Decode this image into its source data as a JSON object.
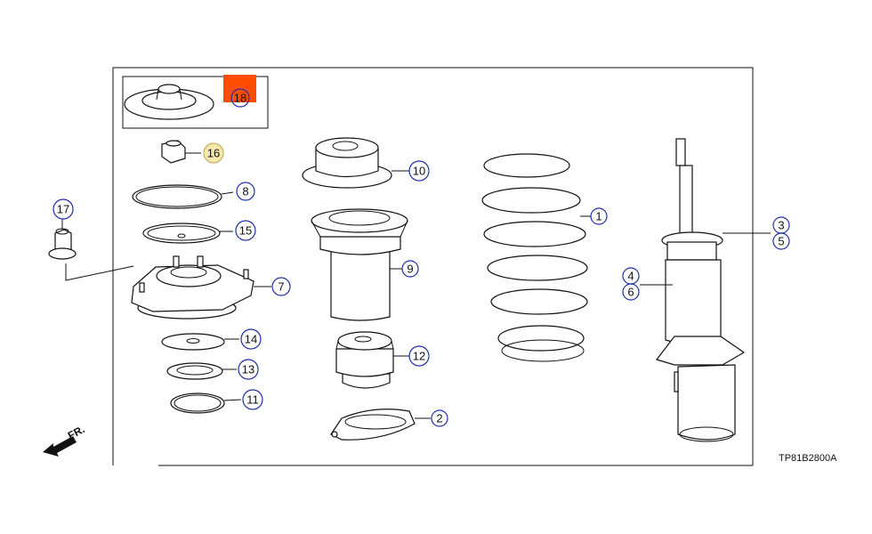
{
  "diagram_code": "TP81B2800A",
  "direction_label": "FR.",
  "colors": {
    "callout_ring": "#1f2fa8",
    "highlight_box": "#ff4d00",
    "highlight_circle": "#f3e7b0",
    "line": "#111111"
  },
  "callouts": {
    "c1": "1",
    "c2": "2",
    "c3": "3",
    "c4": "4",
    "c5": "5",
    "c6": "6",
    "c7": "7",
    "c8": "8",
    "c9": "9",
    "c10": "10",
    "c11": "11",
    "c12": "12",
    "c13": "13",
    "c14": "14",
    "c15": "15",
    "c16": "16",
    "c17": "17",
    "c18": "18"
  }
}
